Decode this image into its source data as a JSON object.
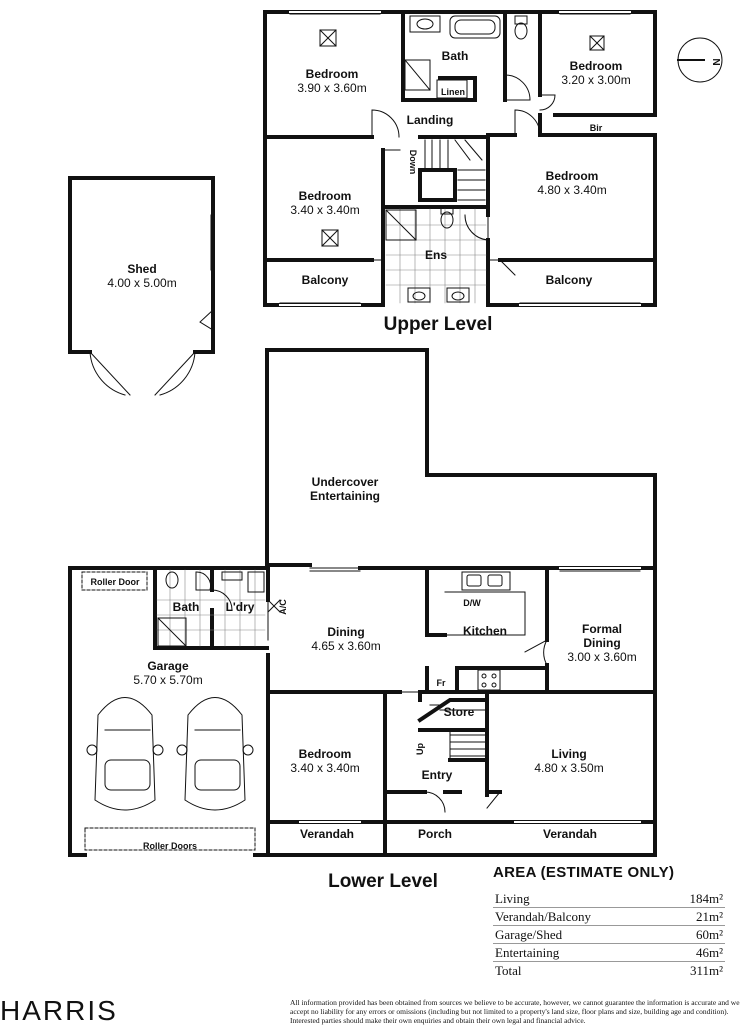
{
  "upper": {
    "title": "Upper Level",
    "bedroom1": {
      "name": "Bedroom",
      "size": "3.90 x 3.60m"
    },
    "bath": "Bath",
    "linen": "Linen",
    "bedroom2": {
      "name": "Bedroom",
      "size": "3.20 x 3.00m"
    },
    "landing": "Landing",
    "down": "Down",
    "bir": "Bir",
    "bedroom3": {
      "name": "Bedroom",
      "size": "4.80 x 3.40m"
    },
    "bedroom4": {
      "name": "Bedroom",
      "size": "3.40 x 3.40m"
    },
    "ens": "Ens",
    "balcony_left": "Balcony",
    "balcony_right": "Balcony"
  },
  "shed": {
    "name": "Shed",
    "size": "4.00 x 5.00m"
  },
  "lower": {
    "title": "Lower Level",
    "undercover": "Undercover\nEntertaining",
    "undercover_line1": "Undercover",
    "undercover_line2": "Entertaining",
    "roller_door": "Roller Door",
    "bath": "Bath",
    "laundry": "L'dry",
    "ac": "A/C",
    "garage": {
      "name": "Garage",
      "size": "5.70 x 5.70m"
    },
    "roller_doors": "Roller Doors",
    "dining": {
      "name": "Dining",
      "size": "4.65 x 3.60m"
    },
    "dw": "D/W",
    "kitchen": "Kitchen",
    "formal_dining": {
      "name1": "Formal",
      "name2": "Dining",
      "size": "3.00 x 3.60m"
    },
    "fr": "Fr",
    "store": "Store",
    "up": "Up",
    "bedroom": {
      "name": "Bedroom",
      "size": "3.40 x 3.40m"
    },
    "entry": "Entry",
    "living": {
      "name": "Living",
      "size": "4.80 x 3.50m"
    },
    "verandah_left": "Verandah",
    "porch": "Porch",
    "verandah_right": "Verandah"
  },
  "compass": {
    "letter": "N"
  },
  "area": {
    "title": "AREA (ESTIMATE ONLY)",
    "rows": [
      {
        "label": "Living",
        "value": "184m²"
      },
      {
        "label": "Verandah/Balcony",
        "value": "21m²"
      },
      {
        "label": "Garage/Shed",
        "value": "60m²"
      },
      {
        "label": "Entertaining",
        "value": "46m²"
      },
      {
        "label": "Total",
        "value": "311m²"
      }
    ]
  },
  "brand": "HARRIS",
  "disclaimer": "All information provided has been obtained from sources we believe to be accurate, however, we cannot guarantee the information is accurate and we accept no liability for any errors or omissions (including but not limited to a property's land size, floor plans and size, building age and condition). Interested parties should make their own enquiries and obtain their own legal and financial advice."
}
